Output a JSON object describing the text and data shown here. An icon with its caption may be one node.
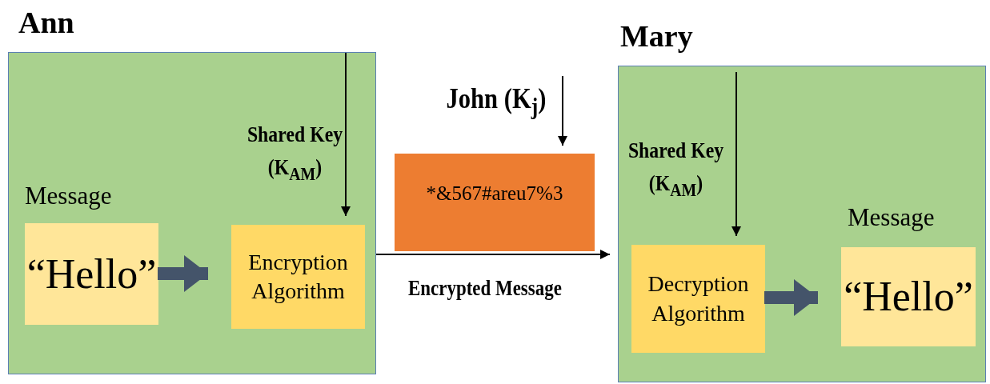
{
  "diagram": {
    "nodes": [
      {
        "text": [
          "Ann"
        ]
      },
      {
        "text": [
          "Message",
          "“Hello”"
        ],
        "in": 0
      },
      {
        "text": [
          "Encryption Algorithm"
        ],
        "in": 0
      },
      {
        "text": [
          "*&567#areu7%3"
        ]
      },
      {
        "text": [
          "Mary"
        ]
      },
      {
        "text": [
          "Decryption Algorithm"
        ],
        "in": 4
      },
      {
        "text": [
          "Message",
          "“Hello”"
        ],
        "in": 4
      }
    ],
    "edges": [
      {
        "from": 1,
        "to": 2,
        "arrow": "to",
        "style": "thick",
        "color": "#44546a"
      },
      {
        "from": null,
        "to": 2,
        "arrow": "to"
      },
      {
        "from": null,
        "to": 3,
        "arrow": "to"
      },
      {
        "from": 0,
        "to": 4,
        "arrow": "to",
        "label": "Encrypted Message"
      },
      {
        "from": null,
        "to": 5,
        "arrow": "to"
      },
      {
        "from": 5,
        "to": 6,
        "arrow": "to",
        "style": "thick",
        "color": "#44546a"
      }
    ],
    "labels": [
      "Shared Key (K$_{AM}$)",
      "John (K$_{j}$)",
      "Shared Key (K$_{AM}$)"
    ]
  }
}
